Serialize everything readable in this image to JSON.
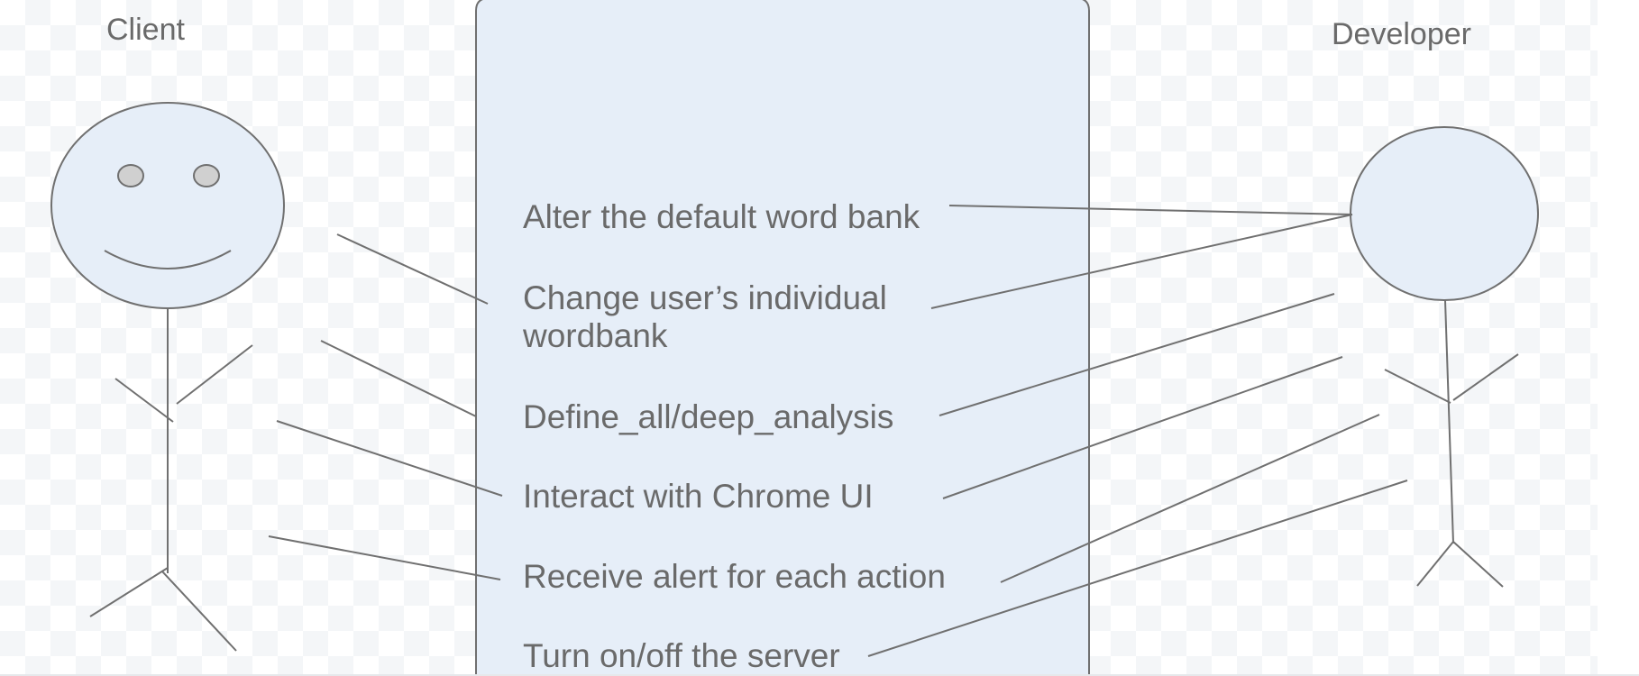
{
  "actors": {
    "client": {
      "label": "Client"
    },
    "developer": {
      "label": "Developer"
    }
  },
  "use_cases": [
    {
      "line1": "Alter the default word bank",
      "line2": ""
    },
    {
      "line1": "Change user’s individual",
      "line2": "wordbank"
    },
    {
      "line1": "Define_all/deep_analysis",
      "line2": ""
    },
    {
      "line1": "Interact with Chrome UI",
      "line2": ""
    },
    {
      "line1": "Receive alert for each action",
      "line2": ""
    },
    {
      "line1": "Turn on/off the server",
      "line2": ""
    }
  ],
  "colors": {
    "shape_fill": "#e6eef8",
    "stroke": "#707070",
    "text": "#6a6a6a"
  }
}
